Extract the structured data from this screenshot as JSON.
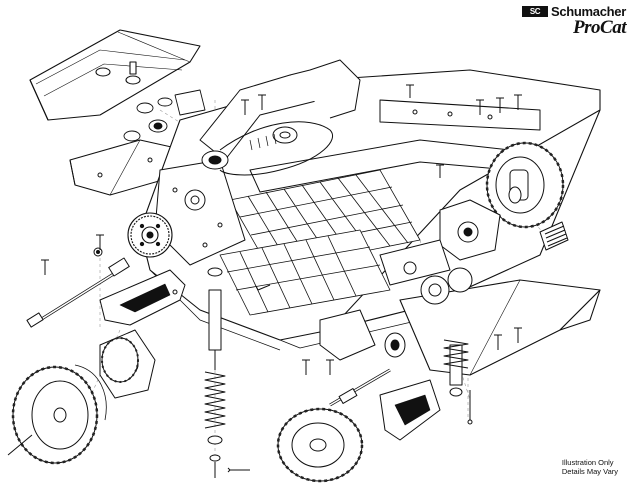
{
  "brand": {
    "mark_text": "SC",
    "name": "Schumacher",
    "model": "ProCat"
  },
  "disclaimer": {
    "line1": "Illustration Only",
    "line2": "Details May Vary"
  },
  "colors": {
    "ink": "#111111",
    "paper": "#ffffff",
    "tire_tread": "#222222"
  }
}
